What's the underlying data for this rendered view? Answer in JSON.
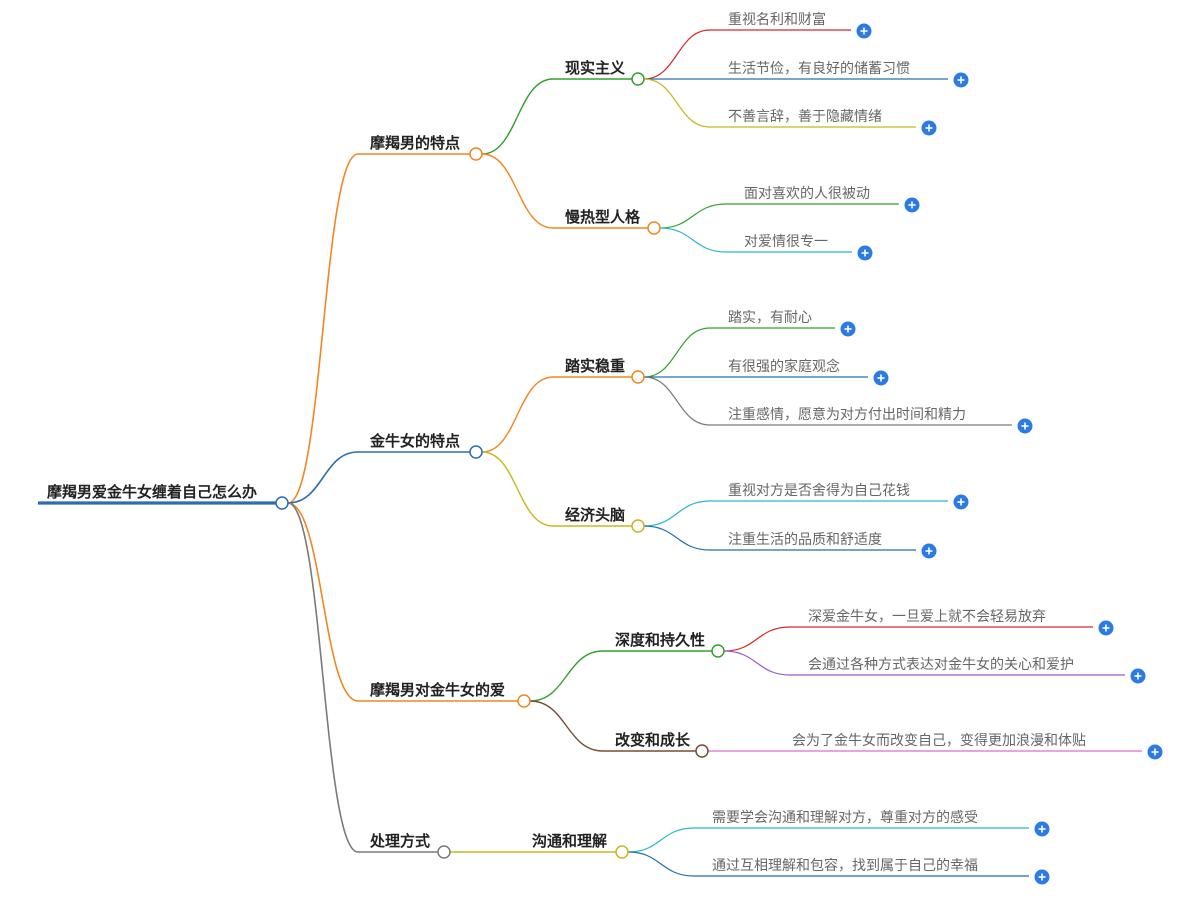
{
  "colors": {
    "blue": "#2a6db3",
    "orange": "#f2861f",
    "green": "#33a02c",
    "gray": "#7a7a7a",
    "yellow": "#c8b71e",
    "red": "#d62728",
    "teal": "#27b8cc",
    "purple": "#9b59c8",
    "brown": "#7a4b36",
    "pink": "#dd6ec6",
    "darkblue": "#1f6fa8",
    "plus": "#2c7be5"
  },
  "icons": {
    "expand": "plus-circle-icon"
  },
  "mindmap": {
    "root": "摩羯男爱金牛女缠着自己怎么办",
    "branches": [
      {
        "id": "b1",
        "label": "摩羯男的特点",
        "color": "orange",
        "children": [
          {
            "id": "b1c1",
            "label": "现实主义",
            "color": "green",
            "leaves": [
              {
                "label": "重视名利和财富",
                "color": "red"
              },
              {
                "label": "生活节俭，有良好的储蓄习惯",
                "color": "blue"
              },
              {
                "label": "不善言辞，善于隐藏情绪",
                "color": "yellow"
              }
            ]
          },
          {
            "id": "b1c2",
            "label": "慢热型人格",
            "color": "orange",
            "leaves": [
              {
                "label": "面对喜欢的人很被动",
                "color": "green"
              },
              {
                "label": "对爱情很专一",
                "color": "teal"
              }
            ]
          }
        ]
      },
      {
        "id": "b2",
        "label": "金牛女的特点",
        "color": "blue",
        "children": [
          {
            "id": "b2c1",
            "label": "踏实稳重",
            "color": "orange",
            "leaves": [
              {
                "label": "踏实，有耐心",
                "color": "green"
              },
              {
                "label": "有很强的家庭观念",
                "color": "blue"
              },
              {
                "label": "注重感情，愿意为对方付出时间和精力",
                "color": "gray"
              }
            ]
          },
          {
            "id": "b2c2",
            "label": "经济头脑",
            "color": "yellow",
            "leaves": [
              {
                "label": "重视对方是否舍得为自己花钱",
                "color": "teal"
              },
              {
                "label": "注重生活的品质和舒适度",
                "color": "darkblue"
              }
            ]
          }
        ]
      },
      {
        "id": "b3",
        "label": "摩羯男对金牛女的爱",
        "color": "orange",
        "children": [
          {
            "id": "b3c1",
            "label": "深度和持久性",
            "color": "green",
            "leaves": [
              {
                "label": "深爱金牛女，一旦爱上就不会轻易放弃",
                "color": "red"
              },
              {
                "label": "会通过各种方式表达对金牛女的关心和爱护",
                "color": "purple"
              }
            ]
          },
          {
            "id": "b3c2",
            "label": "改变和成长",
            "color": "brown",
            "leaves": [
              {
                "label": "会为了金牛女而改变自己，变得更加浪漫和体贴",
                "color": "pink"
              }
            ]
          }
        ]
      },
      {
        "id": "b4",
        "label": "处理方式",
        "color": "gray",
        "children": [
          {
            "id": "b4c1",
            "label": "沟通和理解",
            "color": "yellow",
            "leaves": [
              {
                "label": "需要学会沟通和理解对方，尊重对方的感受",
                "color": "teal"
              },
              {
                "label": "通过互相理解和包容，找到属于自己的幸福",
                "color": "darkblue"
              }
            ]
          }
        ]
      }
    ]
  }
}
